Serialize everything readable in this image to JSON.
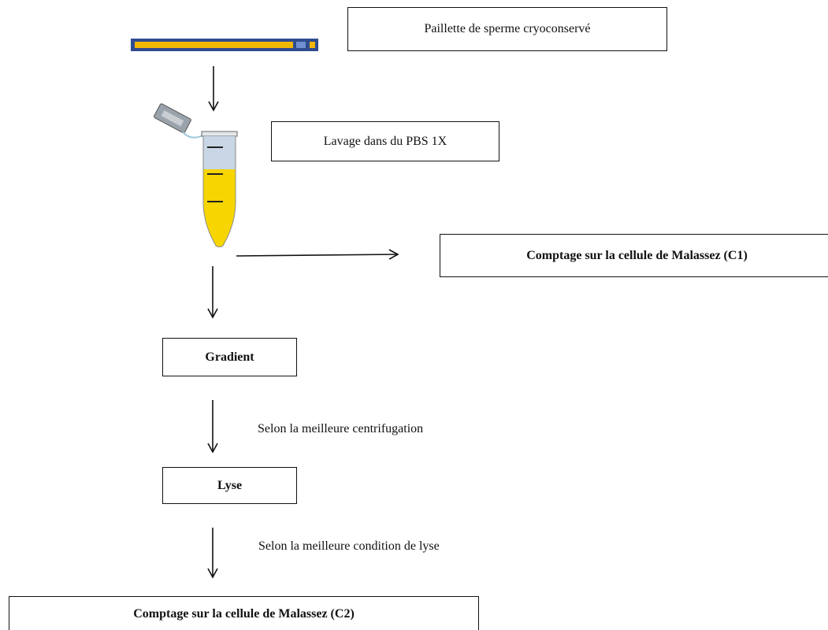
{
  "steps": {
    "straw_label": "Paillette de sperme cryoconservé",
    "wash_label": "Lavage dans du PBS 1X",
    "count_c1_label": "Comptage sur la cellule de Malassez (C1)",
    "gradient_label": "Gradient",
    "lysis_label": "Lyse",
    "count_c2_label": "Comptage sur la cellule de Malassez (C2)"
  },
  "annotations": {
    "best_centrifugation": "Selon la meilleure centrifugation",
    "best_lysis_condition": "Selon la meilleure condition de lyse"
  },
  "colors": {
    "straw_body": "#2f4c8f",
    "straw_fill": "#f2b705",
    "straw_plug": "#6f8fcf",
    "tube_liquid": "#f6d500",
    "tube_buffer": "#c8d6e5",
    "tube_cap": "#9aa3ab"
  }
}
